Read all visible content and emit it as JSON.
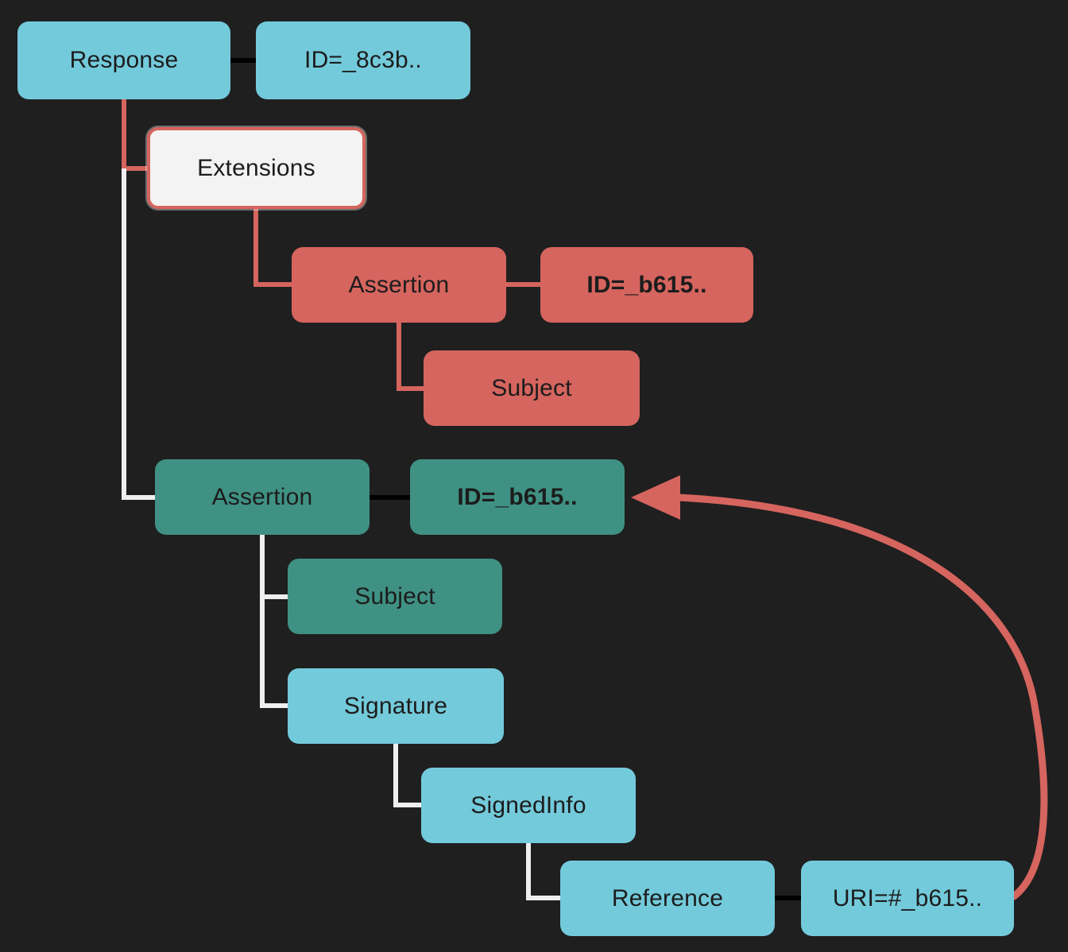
{
  "colors": {
    "background": "#1f1f1f",
    "cyan": "#73cadb",
    "red": "#d5655e",
    "teal": "#3f9183",
    "white_node": "#f3f3f3",
    "line_light": "#efefef",
    "line_dark": "#000000",
    "text": "#1c1c1c"
  },
  "nodes": {
    "response": {
      "label": "Response"
    },
    "response_id": {
      "label": "ID=_8c3b.."
    },
    "extensions": {
      "label": "Extensions"
    },
    "wrapped_assertion": {
      "label": "Assertion"
    },
    "wrapped_assertion_id": {
      "label": "ID=_b615.."
    },
    "wrapped_subject": {
      "label": "Subject"
    },
    "assertion": {
      "label": "Assertion"
    },
    "assertion_id": {
      "label": "ID=_b615.."
    },
    "subject": {
      "label": "Subject"
    },
    "signature": {
      "label": "Signature"
    },
    "signed_info": {
      "label": "SignedInfo"
    },
    "reference": {
      "label": "Reference"
    },
    "reference_uri": {
      "label": "URI=#_b615.."
    }
  }
}
